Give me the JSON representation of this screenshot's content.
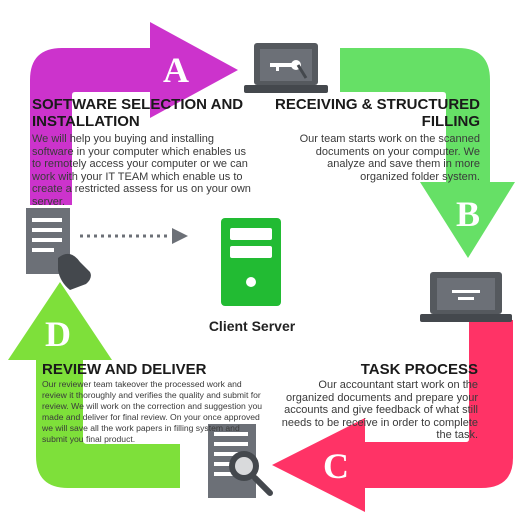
{
  "colors": {
    "magenta": "#cc33cc",
    "green": "#66e066",
    "pink": "#ff3366",
    "lightgreen": "#7ee03a",
    "server_green": "#22bb33",
    "icon_gray": "#55595e"
  },
  "steps": [
    {
      "letter": "A",
      "title": "SOFTWARE SELECTION AND INSTALLATION",
      "body": "We will help you buying and installing software in your computer which enables us to remotely access your computer or we can work with your IT TEAM which enable us to create a restricted assess for us on your own server."
    },
    {
      "letter": "B",
      "title": "RECEIVING & STRUCTURED FILLING",
      "body": "Our team starts work on the scanned documents on your computer. We analyze and save them in more organized folder system."
    },
    {
      "letter": "C",
      "title": "TASK PROCESS",
      "body": "Our accountant start work on the organized documents and prepare your accounts and give feedback of what still needs to be receive in order to complete the task."
    },
    {
      "letter": "D",
      "title": "REVIEW AND DELIVER",
      "body": "Our reviewer team takeover the processed work and review it thoroughly and verifies the quality and submit for review.  We will work on the correction and suggestion you made and deliver for final review. On your once approved we will save all the work papers in filling system and submit you final product."
    }
  ],
  "center": {
    "label": "Client Server"
  },
  "icons": {
    "top_right": "laptop-key-icon",
    "right": "laptop-icon",
    "bottom": "document-search-icon",
    "left": "document-hand-icon",
    "center": "server-icon"
  }
}
